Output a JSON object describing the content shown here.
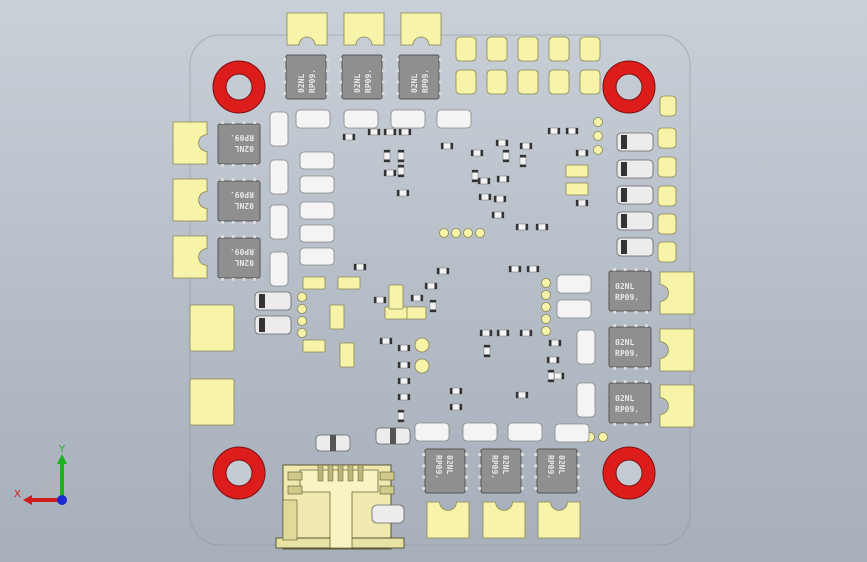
{
  "viewport": {
    "name": "pcb-3d-view",
    "background_top": "#c9d0d8",
    "background_bottom": "#a6afba"
  },
  "colors": {
    "board_outline": "#8c8f94",
    "pad": "#f7f3a8",
    "pad_stroke": "#8a8650",
    "mounting_ring": "#dd1c1c",
    "chip_body": "#8f8f8f",
    "chip_stroke": "#555555",
    "smd_white": "#f4f4f4",
    "axis_x": "#d11a1a",
    "axis_y": "#1bb31b",
    "axis_z": "#1a2ad1"
  },
  "mosfet_marking": {
    "line1": "02NL",
    "line2": "RP09."
  },
  "axis_triad": {
    "x_label": "X",
    "y_label": "Y"
  }
}
